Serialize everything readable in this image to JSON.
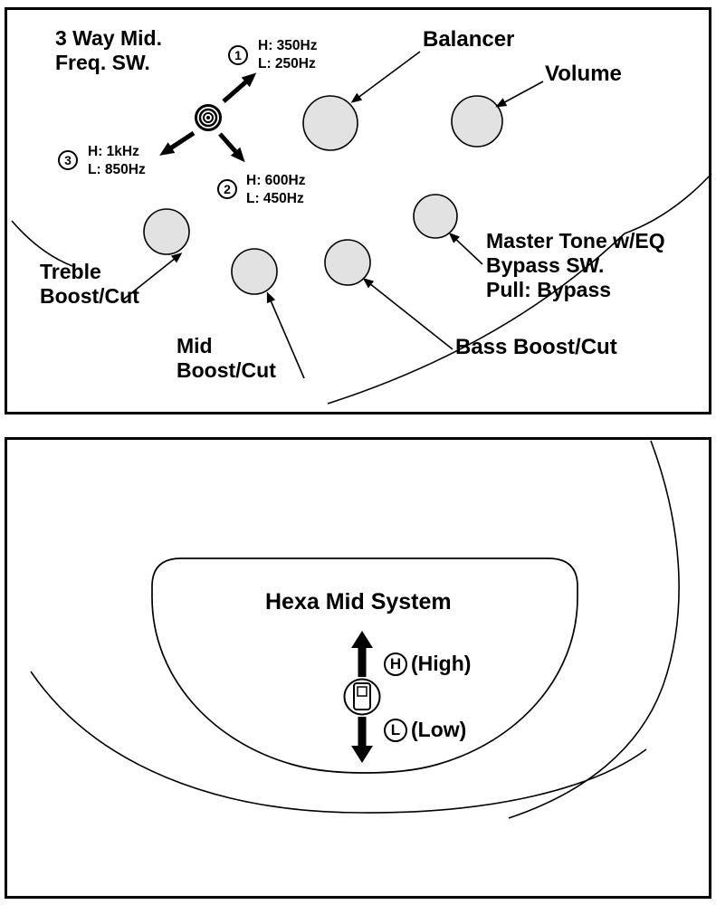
{
  "top_panel": {
    "freq_switch": {
      "line1": "3 Way Mid.",
      "line2": "Freq. SW."
    },
    "positions": [
      {
        "num": "1",
        "high": "H: 350Hz",
        "low": "L: 250Hz"
      },
      {
        "num": "2",
        "high": "H: 600Hz",
        "low": "L: 450Hz"
      },
      {
        "num": "3",
        "high": "H: 1kHz",
        "low": "L: 850Hz"
      }
    ],
    "balancer_label": "Balancer",
    "volume_label": "Volume",
    "treble": {
      "line1": "Treble",
      "line2": "Boost/Cut"
    },
    "mid": {
      "line1": "Mid",
      "line2": "Boost/Cut"
    },
    "bass_label": "Bass Boost/Cut",
    "master_tone": {
      "line1": "Master Tone w/EQ",
      "line2": "Bypass SW.",
      "line3": "Pull: Bypass"
    }
  },
  "bottom_panel": {
    "title": "Hexa Mid System",
    "high": {
      "letter": "H",
      "label": "(High)"
    },
    "low": {
      "letter": "L",
      "label": "(Low)"
    }
  },
  "colors": {
    "knob_fill": "#e2e2e2",
    "outline": "#000000",
    "background": "#ffffff"
  }
}
